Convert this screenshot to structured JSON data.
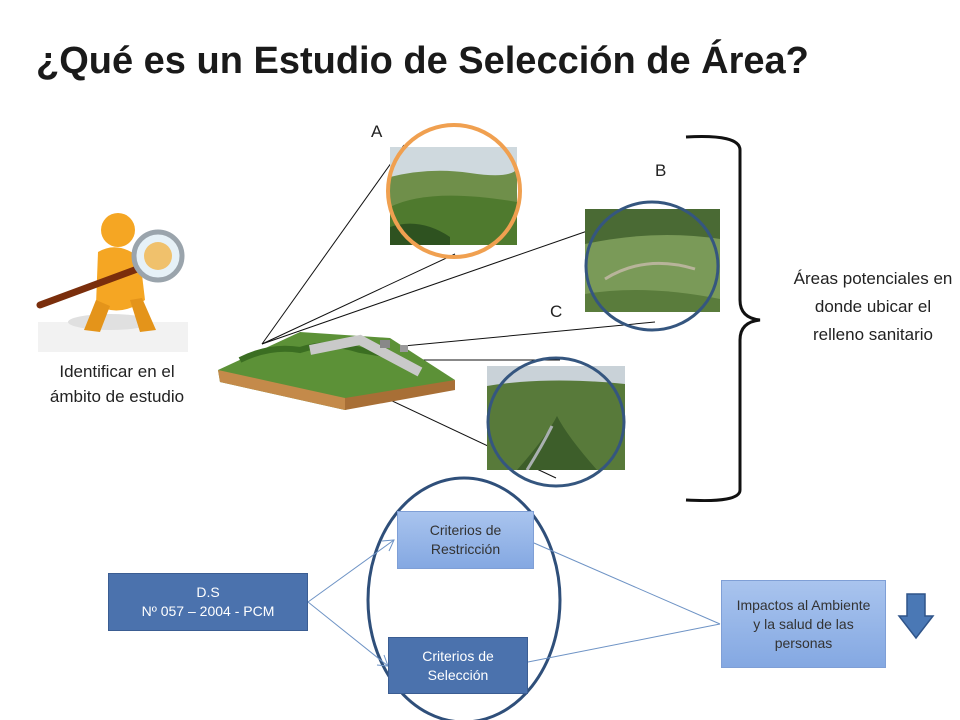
{
  "title": "¿Qué es un Estudio de Selección de Área?",
  "labels": {
    "a": "A",
    "b": "B",
    "c": "C"
  },
  "identify_text": "Identificar en el ámbito de estudio",
  "areas_text": "Áreas potenciales en donde ubicar el relleno sanitario",
  "boxes": {
    "ds_line1": "D.S",
    "ds_line2": "Nº 057 – 2004 - PCM",
    "restriccion": "Criterios de Restricción",
    "seleccion": "Criterios de Selección",
    "impactos": "Impactos al Ambiente y la salud de las personas"
  },
  "colors": {
    "circle_a": "#f0a050",
    "circle_blue": "#35567f",
    "box_dark": "#4b72ad",
    "box_light": "#94b4e8",
    "arrow": "#4a78b5"
  },
  "icons": [
    "magnifier-figure-icon",
    "terrain-map-icon",
    "down-arrow-icon"
  ]
}
